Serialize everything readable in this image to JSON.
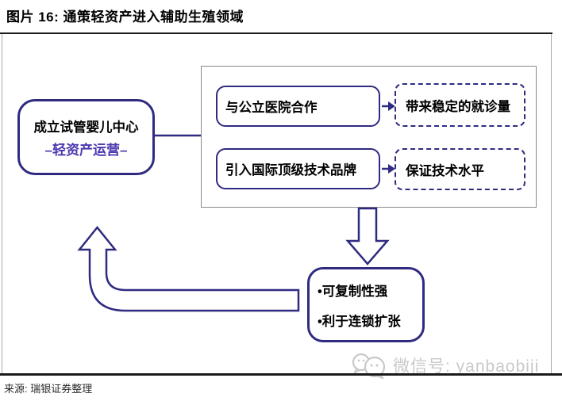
{
  "figure": {
    "title": "图片 16: 通策轻资产进入辅助生殖领域",
    "source": "来源: 瑞银证券整理"
  },
  "diagram": {
    "root_box": {
      "line1": "成立试管婴儿中心",
      "line2": "–轻资产运营–"
    },
    "strategies": [
      {
        "action": "与公立医院合作",
        "result": "带来稳定的就诊量"
      },
      {
        "action": "引入国际顶级技术品牌",
        "result": "保证技术水平"
      }
    ],
    "outcome_box": {
      "bullets": [
        "•可复制性强",
        "•利于连锁扩张"
      ]
    }
  },
  "watermark": {
    "icon": "wechat-icon",
    "text": "微信号: yanbaobiji"
  },
  "colors": {
    "node_border": "#2f2b80",
    "accent_text": "#4b38b0",
    "frame_line": "#1a1a1a",
    "container_border": "#8a8a8a",
    "watermark_gray": "#c9c9c9"
  }
}
